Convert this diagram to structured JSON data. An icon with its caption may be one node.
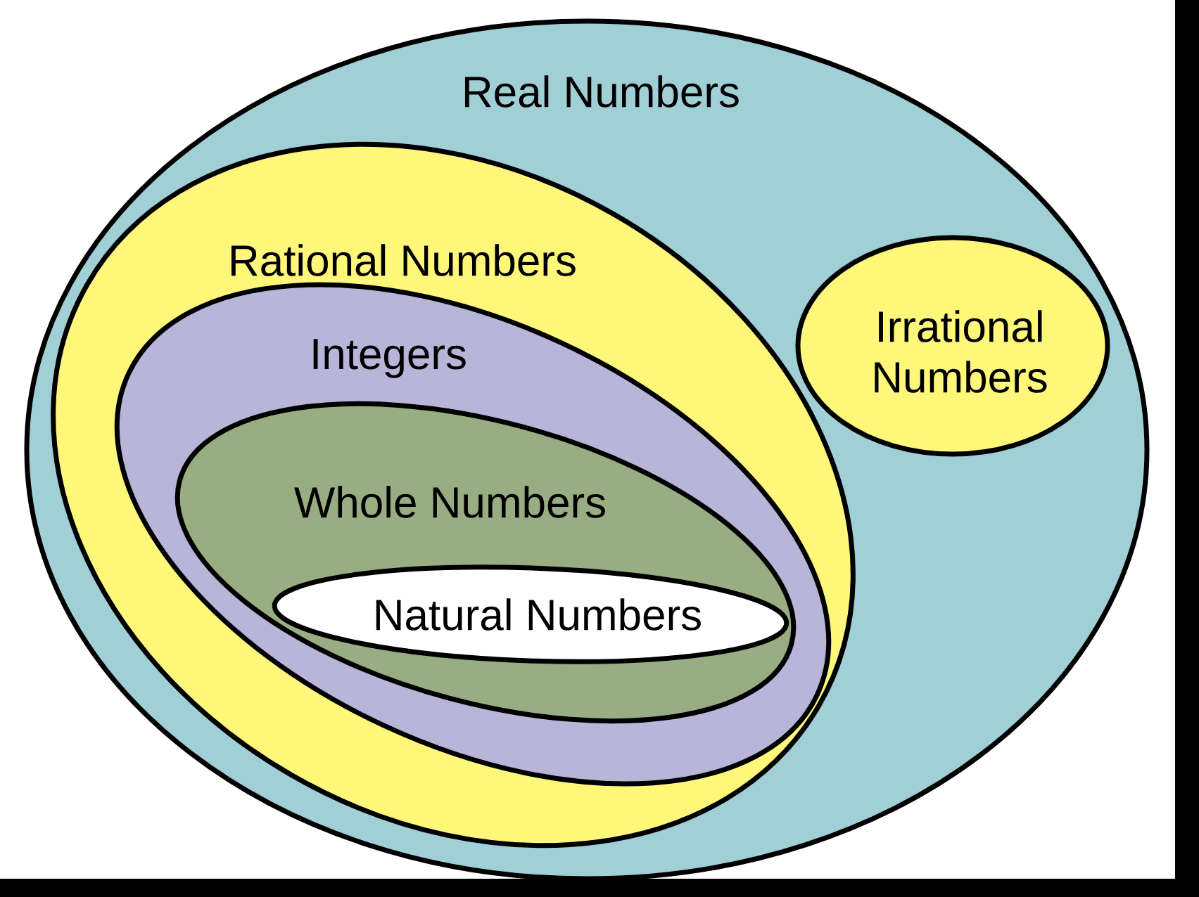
{
  "diagram": {
    "nodes": [
      {
        "text": [
          "Real Numbers"
        ]
      },
      {
        "text": [
          "Rational Numbers"
        ],
        "in": 0
      },
      {
        "text": [
          "Integers"
        ],
        "in": 1
      },
      {
        "text": [
          "Whole Numbers"
        ],
        "in": 2
      },
      {
        "text": [
          "Natural Numbers"
        ],
        "in": 3
      },
      {
        "text": [
          "Irrational Numbers"
        ],
        "in": 0
      }
    ]
  }
}
